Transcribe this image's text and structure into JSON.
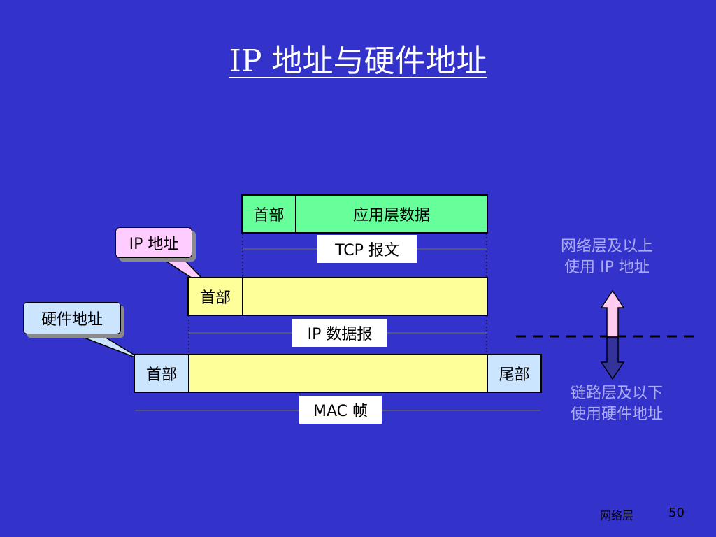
{
  "title": "IP 地址与硬件地址",
  "tcp": {
    "header": "首部",
    "data": "应用层数据",
    "caption": "TCP 报文"
  },
  "ip": {
    "header": "首部",
    "caption": "IP 数据报"
  },
  "mac": {
    "header": "首部",
    "trailer": "尾部",
    "caption": "MAC 帧"
  },
  "callouts": {
    "ip_address": "IP 地址",
    "hardware_address": "硬件地址"
  },
  "side_notes": {
    "upper_line1": "网络层及以上",
    "upper_line2": "使用 IP 地址",
    "lower_line1": "链路层及以下",
    "lower_line2": "使用硬件地址"
  },
  "footer": {
    "section": "网络层",
    "page": "50"
  },
  "colors": {
    "background": "#3333cc",
    "tcp_header_fill": "#66ff99",
    "frame_fill": "#ffff99",
    "mac_header_fill": "#cce5ff",
    "ip_callout_fill": "#ffccff",
    "hw_callout_fill": "#cce5ff",
    "arrow_up_fill": "#ffccee",
    "arrow_down_fill": "#333399"
  }
}
